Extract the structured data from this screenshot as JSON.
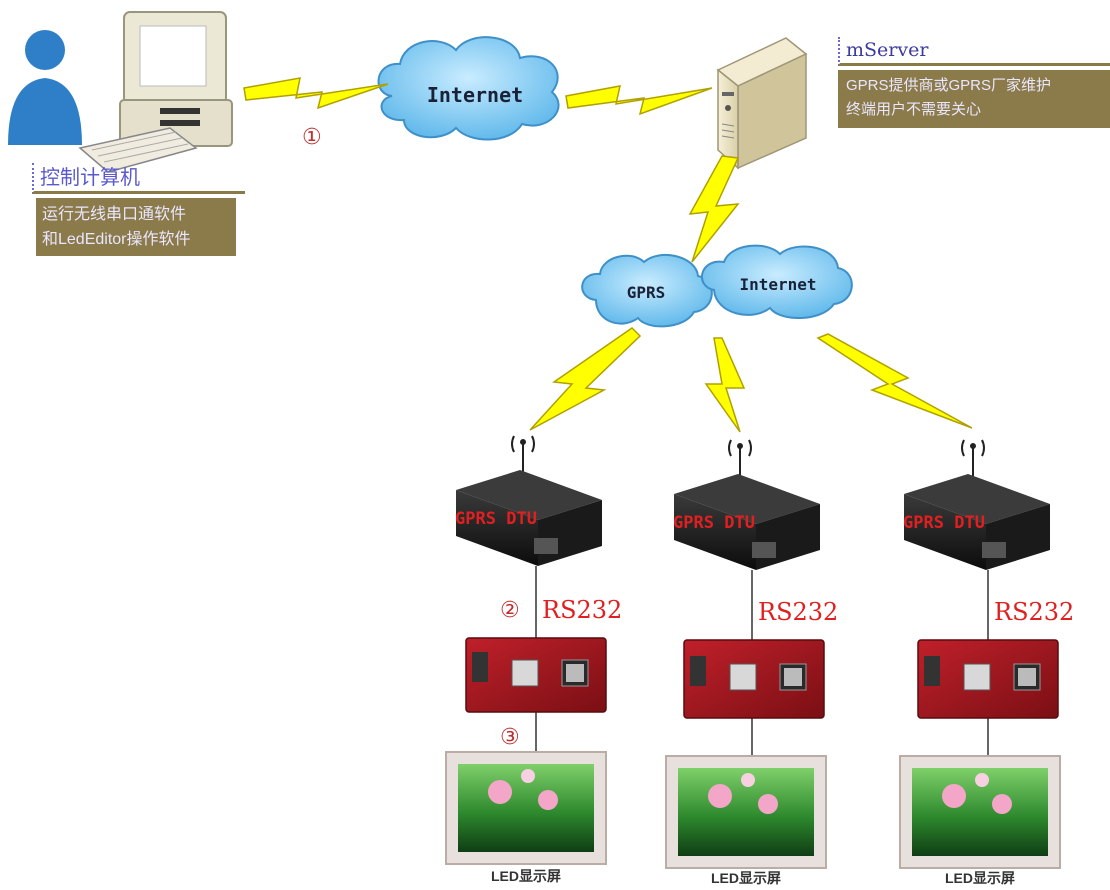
{
  "cloud_labels": {
    "internet_top": "Internet",
    "gprs": "GPRS",
    "internet_mid": "Internet"
  },
  "control_computer": {
    "title": "控制计算机",
    "description_line1": "运行无线串口通软件",
    "description_line2": "和LedEditor操作软件"
  },
  "server": {
    "title": "mServer",
    "description_line1": "GPRS提供商或GPRS厂家维护",
    "description_line2": "终端用户不需要关心"
  },
  "markers": {
    "one": "①",
    "two": "②",
    "three": "③"
  },
  "dtu_label": "GPRS DTU",
  "rs232_label": "RS232",
  "led_caption": "LED显示屏",
  "colors": {
    "lightning": "#ffff00",
    "lightning_stroke": "#b0a000",
    "cloud": "#6fc1ef",
    "label_band": "#8c7b4a",
    "red_text": "#e02020"
  }
}
